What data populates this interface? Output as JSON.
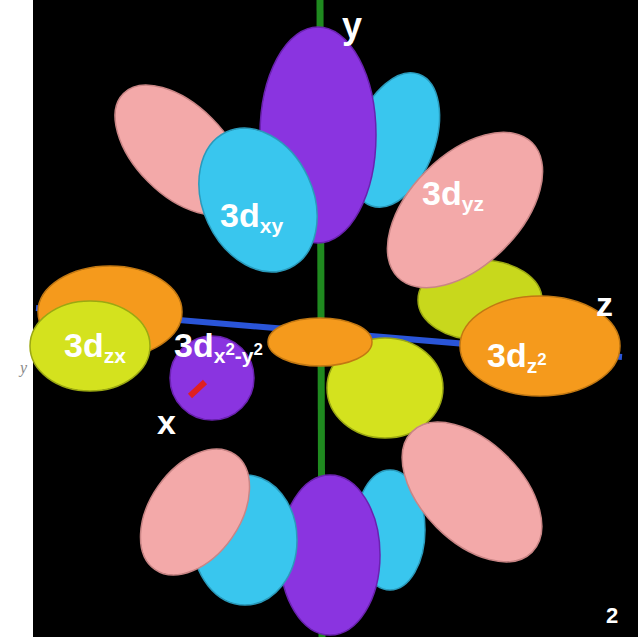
{
  "diagram": {
    "labels": [
      "y",
      "3dxy",
      "3dyz",
      "z",
      "3dzx",
      "3dx2-y2",
      "3dz2",
      "x",
      "2",
      "y"
    ]
  }
}
